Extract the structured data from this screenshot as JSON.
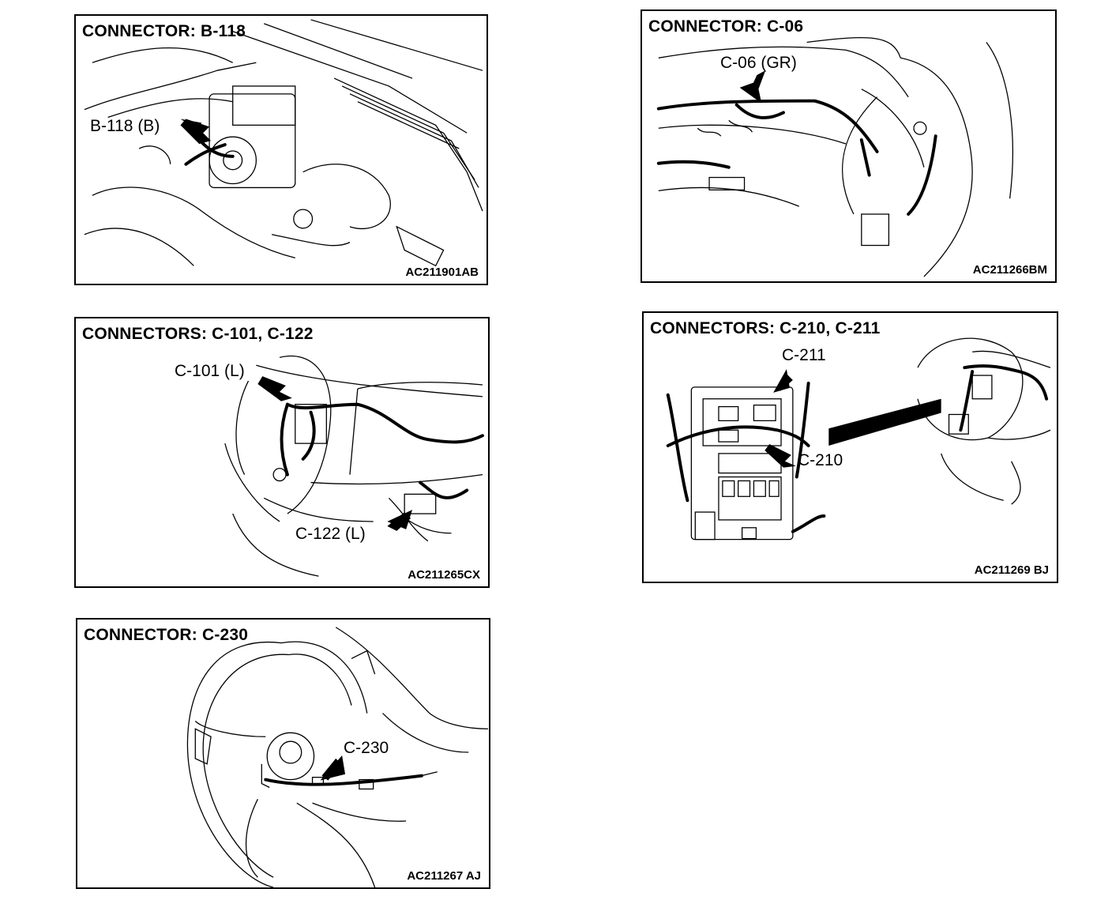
{
  "panels": [
    {
      "title": "CONNECTOR: B-118",
      "code": "AC211901AB",
      "callouts": [
        "B-118 (B)"
      ]
    },
    {
      "title": "CONNECTOR: C-06",
      "code": "AC211266BM",
      "callouts": [
        "C-06 (GR)"
      ]
    },
    {
      "title": "CONNECTORS: C-101, C-122",
      "code": "AC211265CX",
      "callouts": [
        "C-101 (L)",
        "C-122 (L)"
      ]
    },
    {
      "title": "CONNECTORS: C-210, C-211",
      "code": "AC211269 BJ",
      "callouts": [
        "C-211",
        "C-210"
      ]
    },
    {
      "title": "CONNECTOR: C-230",
      "code": "AC211267 AJ",
      "callouts": [
        "C-230"
      ]
    }
  ]
}
